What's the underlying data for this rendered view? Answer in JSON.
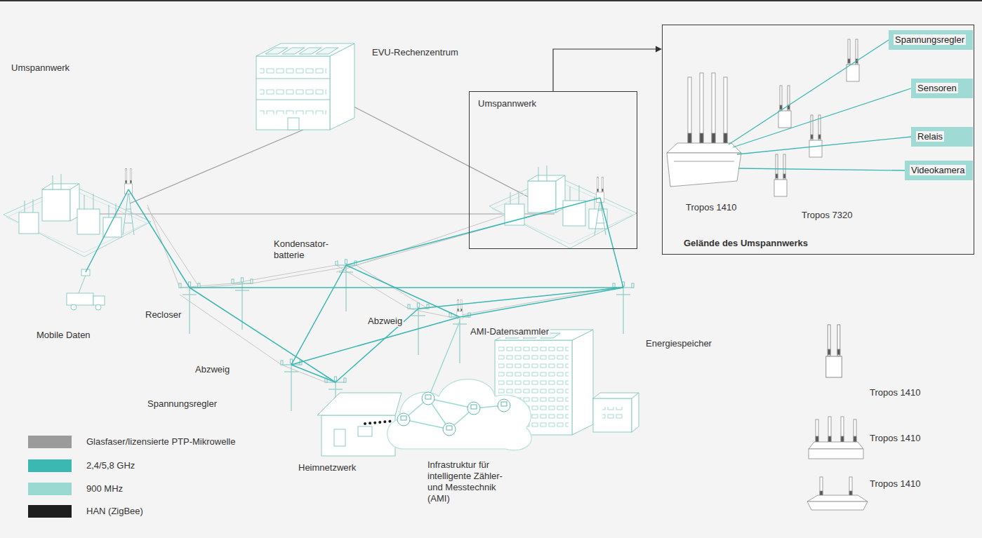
{
  "diagram": {
    "nodes": [
      {
        "text": [
          "Gelände des Umspannwerks"
        ]
      },
      {
        "text": [
          "Spannungsregler"
        ],
        "in": 0
      },
      {
        "text": [
          "Sensoren"
        ],
        "in": 0
      },
      {
        "text": [
          "Relais"
        ],
        "in": 0
      },
      {
        "text": [
          "Videokamera"
        ],
        "in": 0
      },
      {
        "text": [
          "Umspannwerk"
        ]
      }
    ],
    "edges": [
      {
        "from": 5,
        "to": 0,
        "arrow": "to"
      }
    ],
    "labels": [
      "EVU-Rechenzentrum",
      "Umspannwerk",
      "Kondensator- batterie",
      "Recloser",
      "Abzweig",
      "AMI-Datensammler",
      "Mobile Daten",
      "Energiespeicher",
      "Abzweig",
      "Spannungsregler",
      "Heimnetzwerk",
      "Infrastruktur für intelligente Zähler- und Messtechnik (AMI)",
      "Tropos 1410",
      "Tropos 7320",
      "Tropos 1410",
      "Tropos 1410",
      "Tropos 1410"
    ],
    "legend": [
      {
        "text": "Glasfaser/lizensierte PTP-Mikrowelle",
        "color": "#9b9b9b"
      },
      {
        "text": "2,4/5,8 GHz",
        "color": "#3cb8b2"
      },
      {
        "text": "900 MHz",
        "color": "#9ad8d2"
      },
      {
        "text": "HAN (ZigBee)",
        "color": "#1e1e1e"
      }
    ]
  }
}
